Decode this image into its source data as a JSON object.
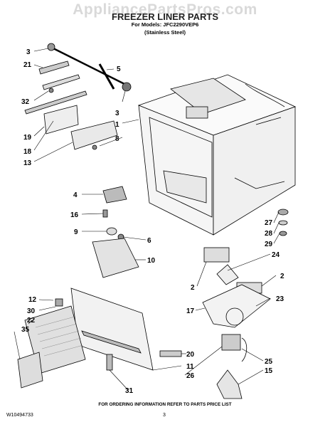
{
  "header": {
    "watermark": "AppliancePartsPros.com",
    "title": "FREEZER LINER PARTS",
    "models_line": "For Models: JFC2290VEP6",
    "finish_line": "(Stainless Steel)"
  },
  "callouts": {
    "c3a": "3",
    "c21": "21",
    "c5": "5",
    "c32": "32",
    "c3b": "3",
    "c1": "1",
    "c19": "19",
    "c8": "8",
    "c18": "18",
    "c13": "13",
    "c4": "4",
    "c16": "16",
    "c27": "27",
    "c28": "28",
    "c9": "9",
    "c6": "6",
    "c29": "29",
    "c10": "10",
    "c24": "24",
    "c2a": "2",
    "c2b": "2",
    "c23": "23",
    "c12": "12",
    "c30": "30",
    "c17": "17",
    "c22": "22",
    "c35": "35",
    "c25": "25",
    "c20": "20",
    "c11": "11",
    "c15": "15",
    "c26": "26",
    "c31": "31"
  },
  "footer": {
    "note": "FOR ORDERING INFORMATION REFER TO PARTS PRICE LIST",
    "doc_id": "W10494733",
    "page": "3"
  }
}
